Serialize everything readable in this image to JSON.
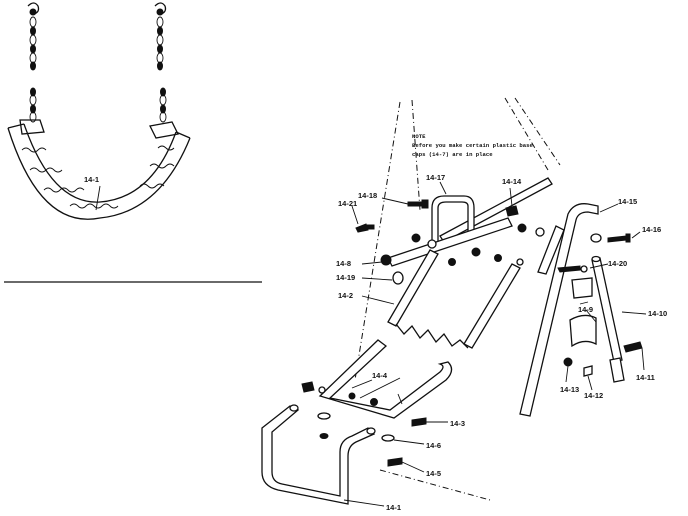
{
  "note": {
    "title": "NOTE",
    "line1": "Before you make certain plastic base",
    "line2": "caps (14-7) are in place"
  },
  "labels": {
    "seat": "14-1",
    "p14_1": "14-1",
    "p14_2": "14-2",
    "p14_3": "14-3",
    "p14_4": "14-4",
    "p14_5": "14-5",
    "p14_6": "14-6",
    "p14_8": "14-8",
    "p14_9": "14-9",
    "p14_10": "14-10",
    "p14_11": "14-11",
    "p14_12": "14-12",
    "p14_13": "14-13",
    "p14_14": "14-14",
    "p14_15": "14-15",
    "p14_16": "14-16",
    "p14_17": "14-17",
    "p14_18": "14-18",
    "p14_19": "14-19",
    "p14_20": "14-20",
    "p14_21": "14-21"
  }
}
